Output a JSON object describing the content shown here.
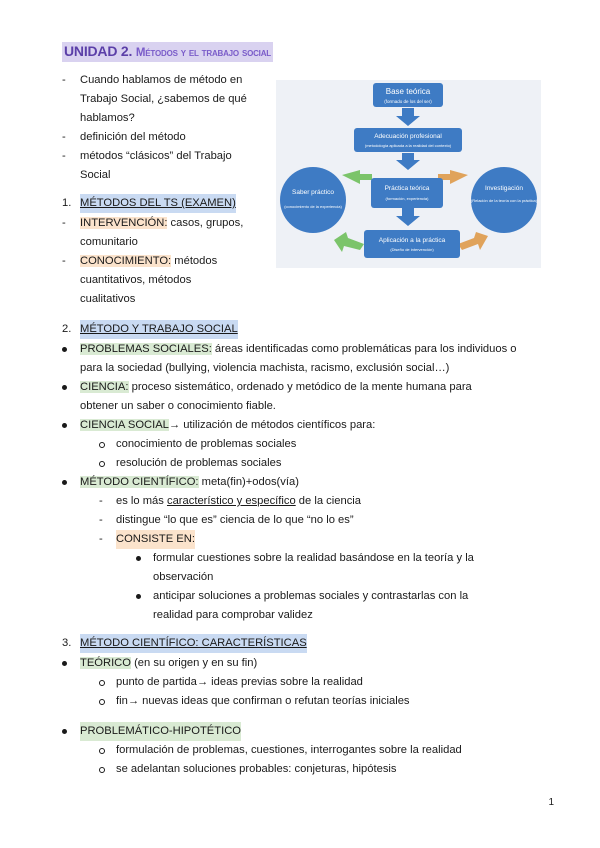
{
  "title": {
    "unit": "UNIDAD 2.",
    "rest": "Métodos y el trabajo social"
  },
  "intro": [
    {
      "text": "Cuando hablamos de método en"
    },
    {
      "text": "Trabajo Social, ¿sabemos de qué"
    },
    {
      "text": "hablamos?"
    },
    {
      "text": "definición del método"
    },
    {
      "text": "métodos “clásicos” del Trabajo"
    },
    {
      "text": "Social"
    }
  ],
  "diagram": {
    "base": "Base teórica",
    "base_sub": "(formado de los del ser)",
    "adec": "Adecuación profesional",
    "adec_sub": "(metodología aplicada a la realidad del contexto)",
    "practica": "Práctica teórica",
    "practica_sub": "(formación, experiencia)",
    "aplic": "Aplicación a la práctica",
    "aplic_sub": "(Diseño de intervención)",
    "saber": "Saber práctico",
    "saber_sub": "(conocimiento de la experiencia)",
    "invest": "Investigación",
    "invest_sub": "(Relación de la teoría con la práctica)"
  },
  "s1": {
    "num": "1.",
    "heading": "MÉTODOS DEL TS (EXAMEN)",
    "i1_label": "INTERVENCIÓN:",
    "i1_rest": " casos, grupos,",
    "i1_cont": "comunitario",
    "i2_label": "CONOCIMIENTO:",
    "i2_rest": " métodos",
    "i2_cont1": "cuantitativos, métodos",
    "i2_cont2": "cualitativos"
  },
  "s2": {
    "num": "2.",
    "heading": "MÉTODO Y TRABAJO SOCIAL",
    "b1_label": "PROBLEMAS SOCIALES:",
    "b1_rest": " áreas identificadas como problemáticas para los individuos o",
    "b1_cont": "para la sociedad (bullying, violencia machista, racismo, exclusión social…)",
    "b2_label": "CIENCIA:",
    "b2_rest": " proceso sistemático, ordenado y metódico de la mente humana para",
    "b2_cont": "obtener un saber o conocimiento fiable.",
    "b3_label": "CIENCIA SOCIAL",
    "b3_rest": "→ utilización de métodos científicos para:",
    "b3_s1": "conocimiento de problemas sociales",
    "b3_s2": "resolución de problemas sociales",
    "b4_label": "MÉTODO CIENTÍFICO:",
    "b4_rest": " meta(fin)+odos(vía)",
    "b4_d1_a": "es lo más ",
    "b4_d1_u": "característico y específico",
    "b4_d1_b": " de la ciencia",
    "b4_d2": "distingue “lo que es” ciencia de lo que “no lo es”",
    "b4_d3": "CONSISTE EN:",
    "b4_d3_s1": "formular cuestiones sobre la realidad basándose en la teoría y la",
    "b4_d3_s1c": "observación",
    "b4_d3_s2": "anticipar soluciones a problemas sociales y contrastarlas con la",
    "b4_d3_s2c": "realidad para comprobar validez"
  },
  "s3": {
    "num": "3.",
    "heading": "MÉTODO CIENTÍFICO: CARACTERÍSTICAS",
    "b1_label": "TEÓRICO",
    "b1_rest": " (en su origen y en su fin)",
    "b1_s1": "punto de partida→ ideas previas sobre la realidad",
    "b1_s2": "fin→ nuevas ideas que confirman o refutan teorías iniciales",
    "b2_label": "PROBLEMÁTICO-HIPOTÉTICO",
    "b2_s1": "formulación de problemas, cuestiones, interrogantes sobre la realidad",
    "b2_s2": "se adelantan soluciones probables: conjeturas, hipótesis"
  },
  "page_number": "1"
}
